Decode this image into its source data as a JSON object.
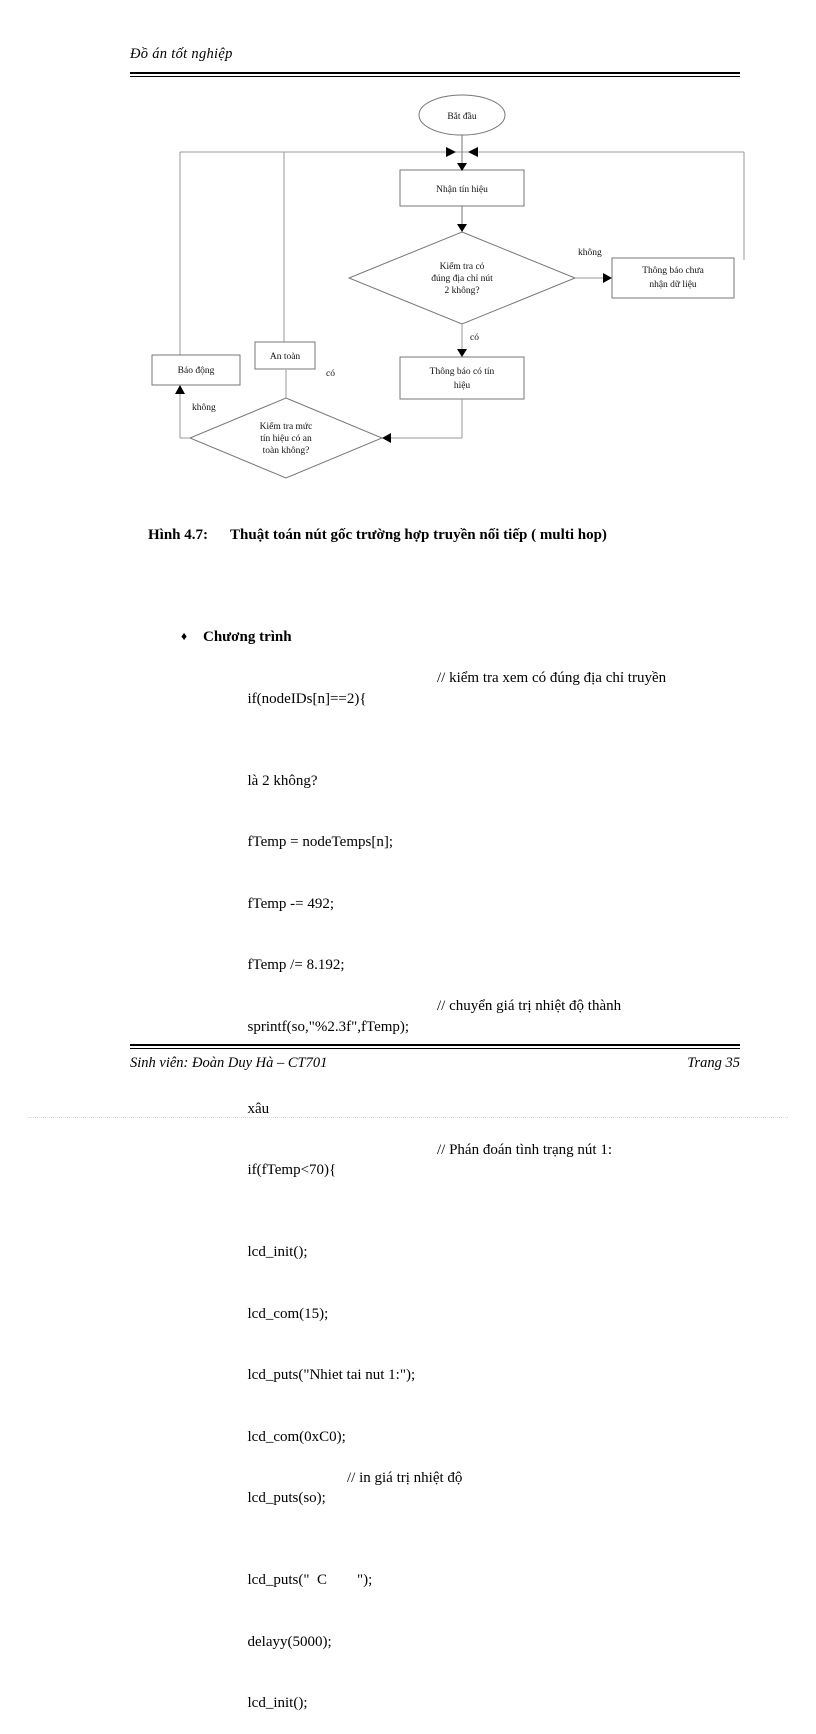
{
  "header": {
    "title": "Đồ án tốt nghiệp"
  },
  "flowchart": {
    "nodes": {
      "start": "Bắt đầu",
      "receive": "Nhận tín hiệu",
      "decision_address_line1": "Kiểm tra có",
      "decision_address_line2": "đúng địa chỉ nút",
      "decision_address_line3": "2 không?",
      "no_data_line1": "Thông báo chưa",
      "no_data_line2": "nhận dữ liệu",
      "has_signal_line1": "Thông báo có tín",
      "has_signal_line2": "hiệu",
      "alarm": "Báo động",
      "safe": "An toàn",
      "decision_level_line1": "Kiểm tra mức",
      "decision_level_line2": "tín hiệu có an",
      "decision_level_line3": "toàn không?"
    },
    "edges": {
      "address_no": "không",
      "address_yes": "có",
      "level_no": "không",
      "level_yes": "có"
    }
  },
  "caption": {
    "number": "Hình 4.7:",
    "text": "Thuật toán nút gốc trường hợp truyền nối tiếp ( multi hop)"
  },
  "section": {
    "bullet": "♦",
    "title": "Chương trình"
  },
  "code_lines": [
    {
      "code": "if(nodeIDs[n]==2){",
      "comment": "// kiểm tra xem có đúng địa chỉ truyền"
    },
    {
      "code": "là 2 không?",
      "comment": ""
    },
    {
      "code": "fTemp = nodeTemps[n];",
      "comment": ""
    },
    {
      "code": "fTemp -= 492;",
      "comment": ""
    },
    {
      "code": "fTemp /= 8.192;",
      "comment": ""
    },
    {
      "code": "sprintf(so,\"%2.3f\",fTemp);",
      "comment": "// chuyển giá trị nhiệt độ thành"
    },
    {
      "code": "xâu",
      "comment": ""
    },
    {
      "code": "if(fTemp<70){",
      "comment": "// Phán đoán tình trạng nút 1:"
    },
    {
      "code": "lcd_init();",
      "comment": ""
    },
    {
      "code": "lcd_com(15);",
      "comment": ""
    },
    {
      "code": "lcd_puts(\"Nhiet tai nut 1:\");",
      "comment": ""
    },
    {
      "code": "lcd_com(0xC0);",
      "comment": ""
    },
    {
      "code": "lcd_puts(so);",
      "comment": "// in giá trị nhiệt độ",
      "comment_narrow": true
    },
    {
      "code": "lcd_puts(\"  C        \");",
      "comment": ""
    },
    {
      "code": "delayy(5000);",
      "comment": ""
    },
    {
      "code": "lcd_init();",
      "comment": ""
    }
  ],
  "footer": {
    "left": "Sinh viên: Đoàn Duy Hà – CT701",
    "right": "Trang 35"
  }
}
